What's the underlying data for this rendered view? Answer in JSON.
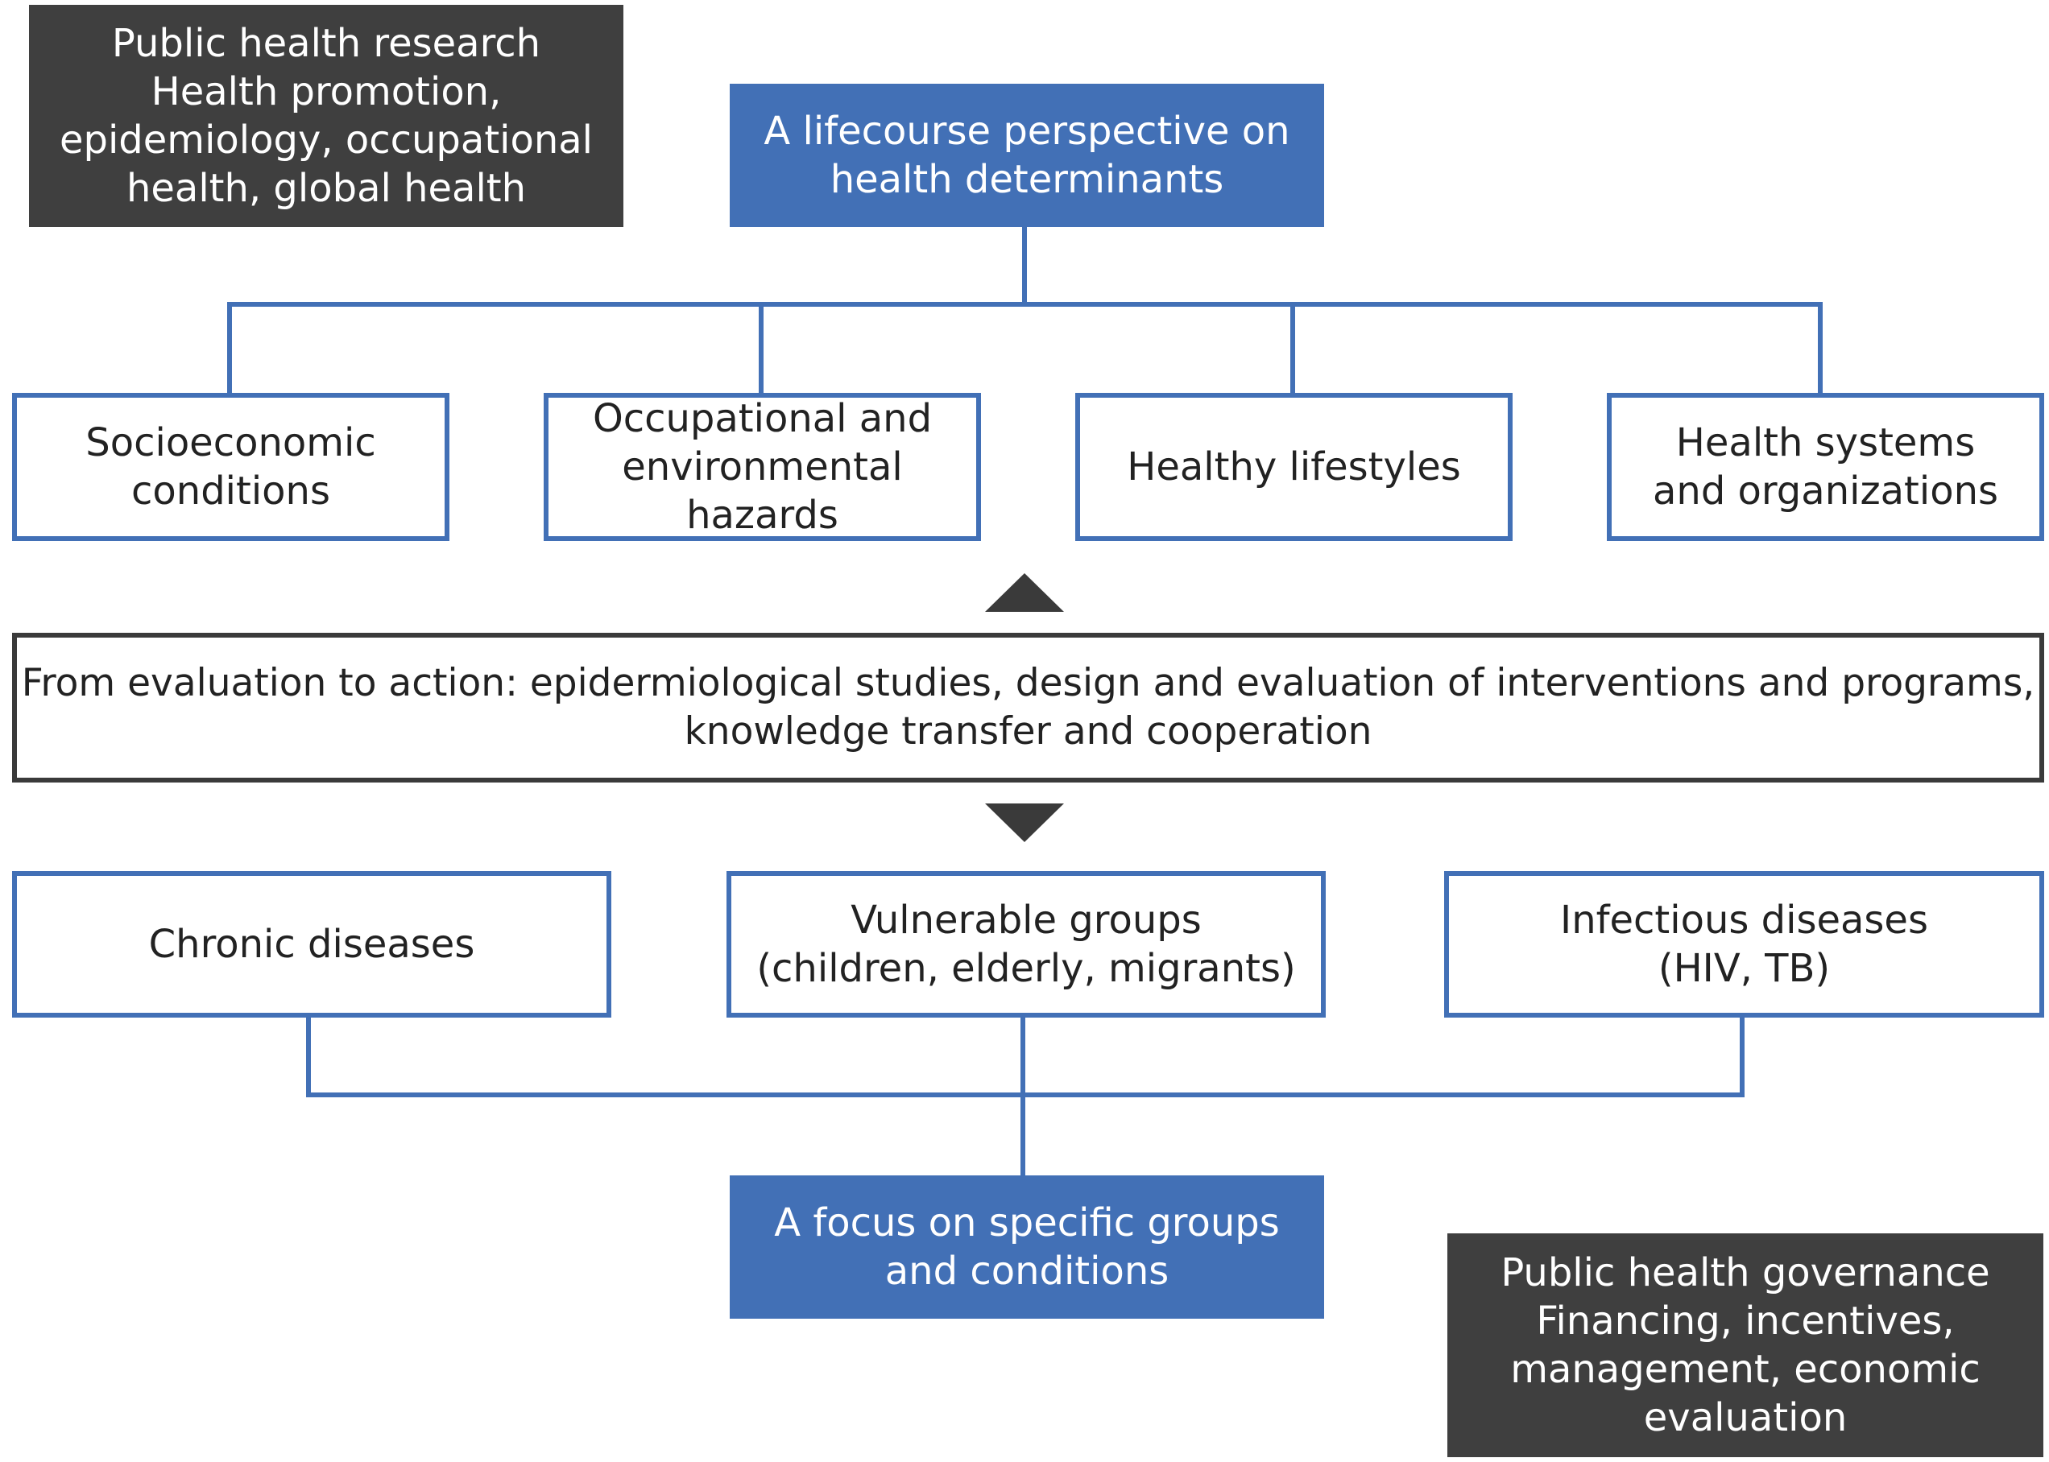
{
  "research_box": {
    "lines": [
      "Public health research",
      "Health promotion,",
      "epidemiology, occupational",
      "health, global health"
    ]
  },
  "top_box": {
    "lines": [
      "A lifecourse perspective on",
      "health determinants"
    ]
  },
  "determinants": [
    {
      "lines": [
        "Socioeconomic",
        "conditions"
      ]
    },
    {
      "lines": [
        "Occupational and",
        "environmental",
        "hazards"
      ]
    },
    {
      "lines": [
        "Healthy lifestyles"
      ]
    },
    {
      "lines": [
        "Health systems",
        "and organizations"
      ]
    }
  ],
  "action_box": {
    "lines": [
      "From evaluation to action: epidermiological studies, design and evaluation of interventions and programs,",
      "knowledge transfer and cooperation"
    ]
  },
  "groups": [
    {
      "lines": [
        "Chronic diseases"
      ]
    },
    {
      "lines": [
        "Vulnerable groups",
        "(children, elderly, migrants)"
      ]
    },
    {
      "lines": [
        "Infectious diseases",
        "(HIV, TB)"
      ]
    }
  ],
  "bottom_box": {
    "lines": [
      "A focus on specific groups",
      "and conditions"
    ]
  },
  "governance_box": {
    "lines": [
      "Public health governance",
      "Financing, incentives,",
      "management, economic",
      "evaluation"
    ]
  },
  "colors": {
    "blue": "#4270b6",
    "dark": "#3f3f3f",
    "outline_dark": "#3a3a3a"
  }
}
